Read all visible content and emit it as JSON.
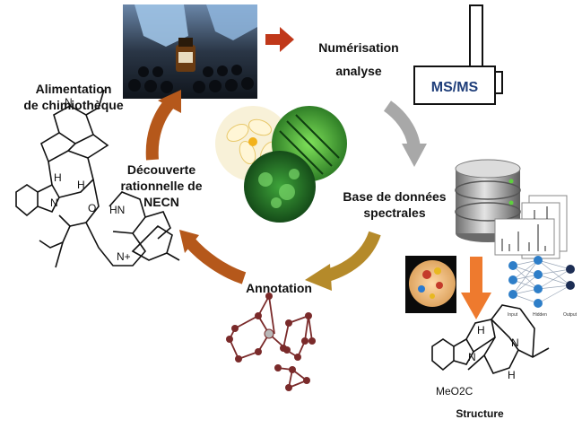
{
  "steps": {
    "numerisation_line1": "Numérisation",
    "numerisation_line2": "analyse",
    "base_line1": "Base de données",
    "base_line2": "spectrales",
    "annotation": "Annotation",
    "decouverte_line1": "Découverte",
    "decouverte_line2": "rationnelle de",
    "decouverte_line3": "NECN",
    "alimentation_line1": "Alimentation",
    "alimentation_line2": "de chimiothèque"
  },
  "instrument": {
    "label": "MS/MS"
  },
  "neural_net": {
    "input_label": "Input",
    "hidden_label": "Hidden",
    "output_label": "Output"
  },
  "structure": {
    "label": "Structure",
    "ester_label": "MeO2C",
    "h_label": "H",
    "n_label": "N"
  },
  "alkaloid_left": {
    "n_label": "N",
    "h_label": "H",
    "o_label": "O",
    "nh_label": "HN",
    "nplus_label": "N+"
  },
  "colors": {
    "cycle_brown": "#b5581b",
    "cycle_gray": "#a8a8a8",
    "cycle_olive": "#b58a2a",
    "red_arrow": "#c0381a",
    "orange_arrow": "#ee7a2e",
    "network_node": "#7a2a2a",
    "instrument_text": "#1f3e7a"
  }
}
